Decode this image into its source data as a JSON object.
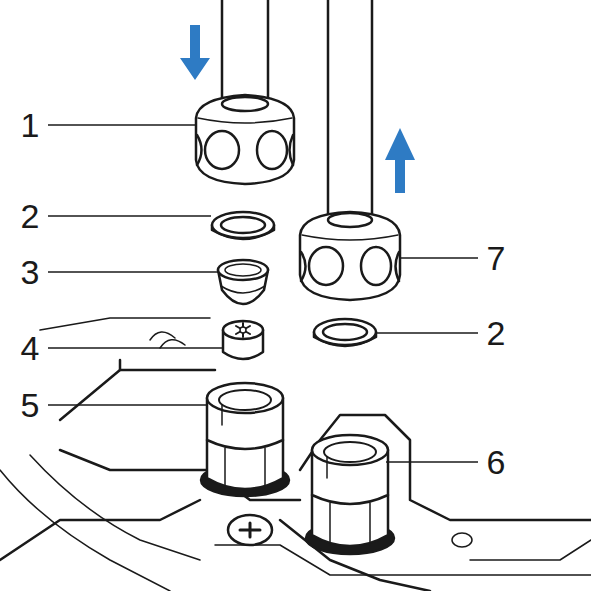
{
  "diagram": {
    "labels": [
      "1",
      "2",
      "3",
      "4",
      "5",
      "7",
      "2",
      "6"
    ]
  }
}
